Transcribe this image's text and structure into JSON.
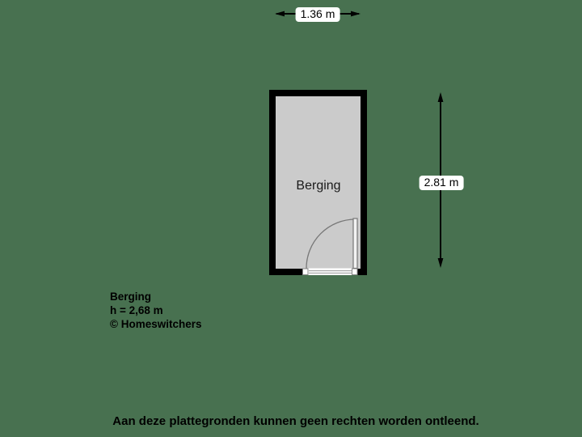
{
  "floorplan": {
    "room": {
      "label": "Berging",
      "fill_color": "#cbcbcb",
      "wall_color": "#000000"
    },
    "dimensions": {
      "width": "1.36 m",
      "height": "2.81 m"
    },
    "legend": {
      "room_name": "Berging",
      "ceiling_height": "h = 2,68 m",
      "credit": "© Homeswitchers"
    },
    "disclaimer": "Aan deze plattegronden kunnen geen rechten worden ontleend.",
    "icons": {
      "width_dimension_arrow": "left-right-arrow",
      "height_dimension_arrow": "up-down-arrow",
      "door": "quarter-circle-door-swing"
    },
    "colors": {
      "background": "#487150",
      "wall": "#000000",
      "room_fill": "#cbcbcb",
      "dimension_label_background": "#ffffff",
      "text": "#000000",
      "door_line": "#777777"
    }
  }
}
